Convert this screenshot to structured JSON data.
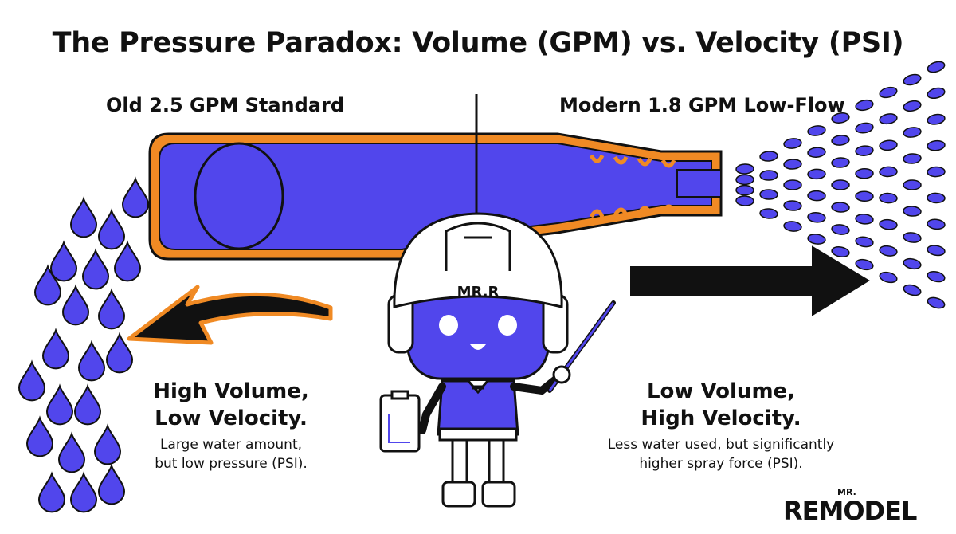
{
  "title": "The Pressure Paradox: Volume (GPM) vs. Velocity (PSI)",
  "left": {
    "label": "Old 2.5 GPM Standard",
    "heading_line1": "High Volume,",
    "heading_line2": "Low Velocity.",
    "body_line1": "Large water amount,",
    "body_line2": "but low pressure (PSI)."
  },
  "right": {
    "label": "Modern 1.8 GPM Low-Flow",
    "heading_line1": "Low Volume,",
    "heading_line2": "High Velocity.",
    "body_line1": "Less water used, but significantly",
    "body_line2": "higher spray force (PSI)."
  },
  "mascot": {
    "helmet_text": "MR.R"
  },
  "logo": {
    "top": "MR.",
    "main": "REMODEL"
  },
  "colors": {
    "blue": "#5146ec",
    "orange": "#f08a24",
    "black": "#111111"
  },
  "icons": [
    "water-drop-icon",
    "arrow-left-icon",
    "arrow-right-icon",
    "clipboard-icon",
    "pointer-icon"
  ]
}
